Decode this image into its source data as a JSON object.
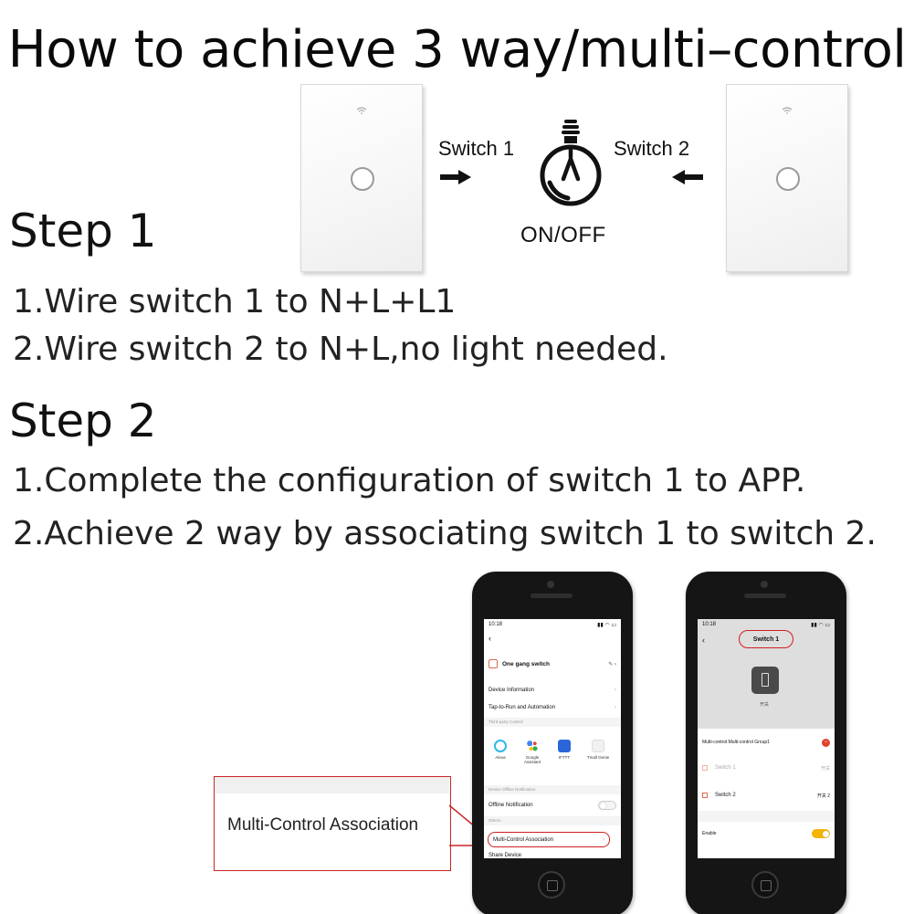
{
  "title": "How to achieve 3 way/multi–control",
  "step1": {
    "heading": "Step 1",
    "lines": [
      "1.Wire switch 1 to N+L+L1",
      "2.Wire switch 2 to N+L,no light needed."
    ]
  },
  "step2": {
    "heading": "Step 2",
    "lines": [
      "1.Complete the configuration of switch 1 to APP.",
      "2.Achieve 2 way by associating switch 1 to switch 2."
    ]
  },
  "diagram": {
    "switch1_label": "Switch 1",
    "switch2_label": "Switch 2",
    "bulb_label": "ON/OFF"
  },
  "callout": {
    "label": "Multi-Control Association"
  },
  "phone1": {
    "time": "10:18",
    "device_name": "One gang switch",
    "rows": {
      "device_information": "Device Information",
      "tap_to_run": "Tap-to-Run and Automation",
      "third_party": "Third-party Control",
      "offline_section": "Device Offline Notification",
      "offline_notification": "Offline Notification",
      "others": "Others",
      "multi_control": "Multi-Control Association",
      "share": "Share Device"
    },
    "third_party_items": [
      "Alexa",
      "Google Assistant",
      "IFTTT",
      "Tmall Genie"
    ]
  },
  "phone2": {
    "time": "10:18",
    "title": "Switch 1",
    "switch_caption": "开关",
    "group": "Multi-control:Multi-control Group1",
    "items": [
      {
        "name": "Switch 1",
        "value": "开关"
      },
      {
        "name": "Switch 2",
        "value": "开关 2"
      }
    ],
    "enable": "Enable"
  },
  "colors": {
    "callout_red": "#c92626",
    "toggle_on": "#f5b400",
    "alexa": "#2fb8e8",
    "ifttt": "#2a66d9"
  }
}
